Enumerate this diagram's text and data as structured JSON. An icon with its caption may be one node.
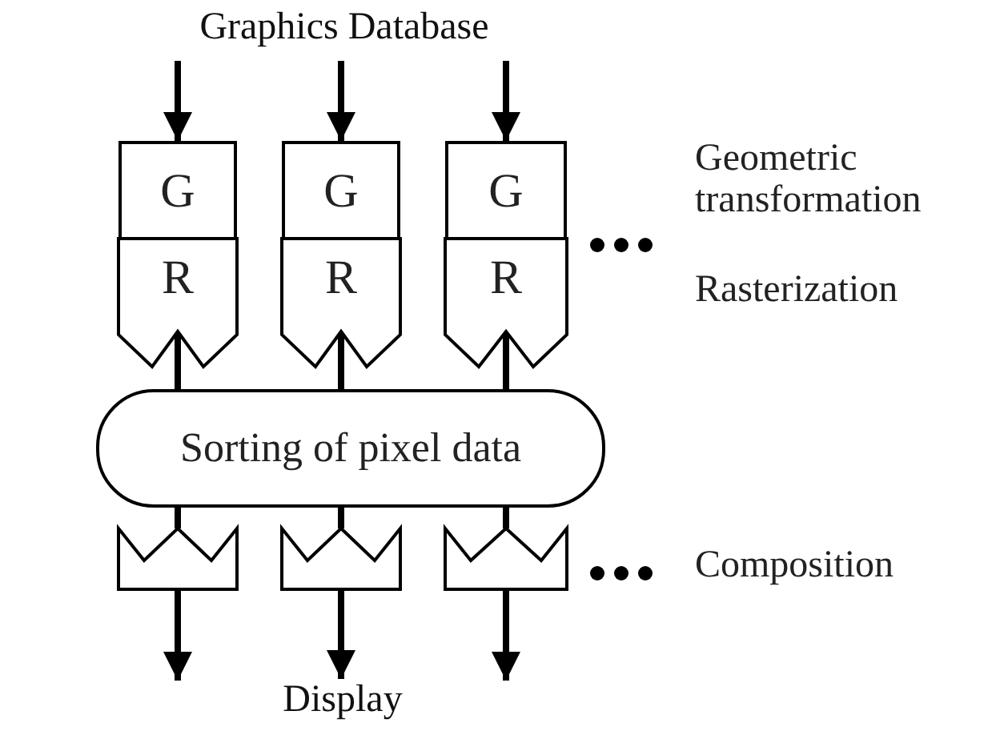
{
  "diagram": {
    "nodes": [
      {
        "text": [
          "Graphics Database"
        ]
      },
      {
        "text": [
          "G"
        ]
      },
      {
        "text": [
          "G"
        ]
      },
      {
        "text": [
          "G"
        ]
      },
      {
        "text": [
          "R"
        ]
      },
      {
        "text": [
          "R"
        ]
      },
      {
        "text": [
          "R"
        ]
      },
      {
        "text": [
          "Sorting of pixel data"
        ]
      },
      {
        "text": [],
        "shape": "box"
      },
      {
        "text": [],
        "shape": "box"
      },
      {
        "text": [],
        "shape": "box"
      },
      {
        "text": [
          "Display"
        ]
      }
    ],
    "edges": [
      {
        "from": 0,
        "to": 1,
        "arrow": "to"
      },
      {
        "from": 0,
        "to": 2,
        "arrow": "to"
      },
      {
        "from": 0,
        "to": 3,
        "arrow": "to"
      },
      {
        "from": 4,
        "to": 7,
        "arrow": "none"
      },
      {
        "from": 5,
        "to": 7,
        "arrow": "none"
      },
      {
        "from": 6,
        "to": 7,
        "arrow": "none"
      },
      {
        "from": 7,
        "to": 8,
        "arrow": "none"
      },
      {
        "from": 7,
        "to": 9,
        "arrow": "none"
      },
      {
        "from": 7,
        "to": 10,
        "arrow": "none"
      },
      {
        "from": 8,
        "to": null,
        "arrow": "to"
      },
      {
        "from": 9,
        "to": 11,
        "arrow": "to"
      },
      {
        "from": 10,
        "to": null,
        "arrow": "to"
      }
    ],
    "labels": [
      "Geometric transformation",
      "Rasterization",
      "Composition"
    ]
  }
}
